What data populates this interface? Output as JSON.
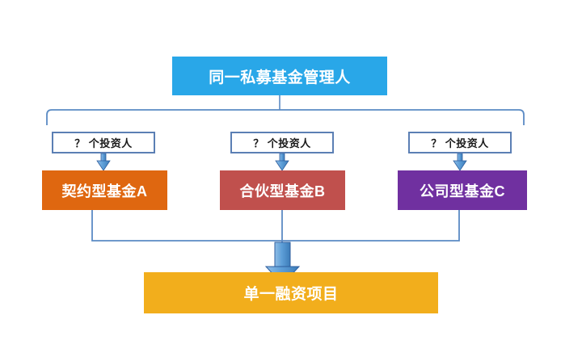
{
  "diagram": {
    "title_node": {
      "label": "同一私募基金管理人",
      "color": "#29A7E8",
      "text_color": "#FFFFFF"
    },
    "investor_labels": [
      {
        "label": "？ 个投资人"
      },
      {
        "label": "？ 个投资人"
      },
      {
        "label": "？ 个投资人"
      }
    ],
    "funds": [
      {
        "label": "契约型基金A",
        "color": "#DF6710"
      },
      {
        "label": "合伙型基金B",
        "color": "#C0504D"
      },
      {
        "label": "公司型基金C",
        "color": "#7030A0"
      }
    ],
    "project_node": {
      "label": "单一融资项目",
      "color": "#F2AE1C",
      "text_color": "#FFFFFF"
    },
    "connector_color": "#5B8BC4",
    "arrow_fill": "#6AA5DC",
    "arrow_stroke": "#2E5E9E"
  }
}
